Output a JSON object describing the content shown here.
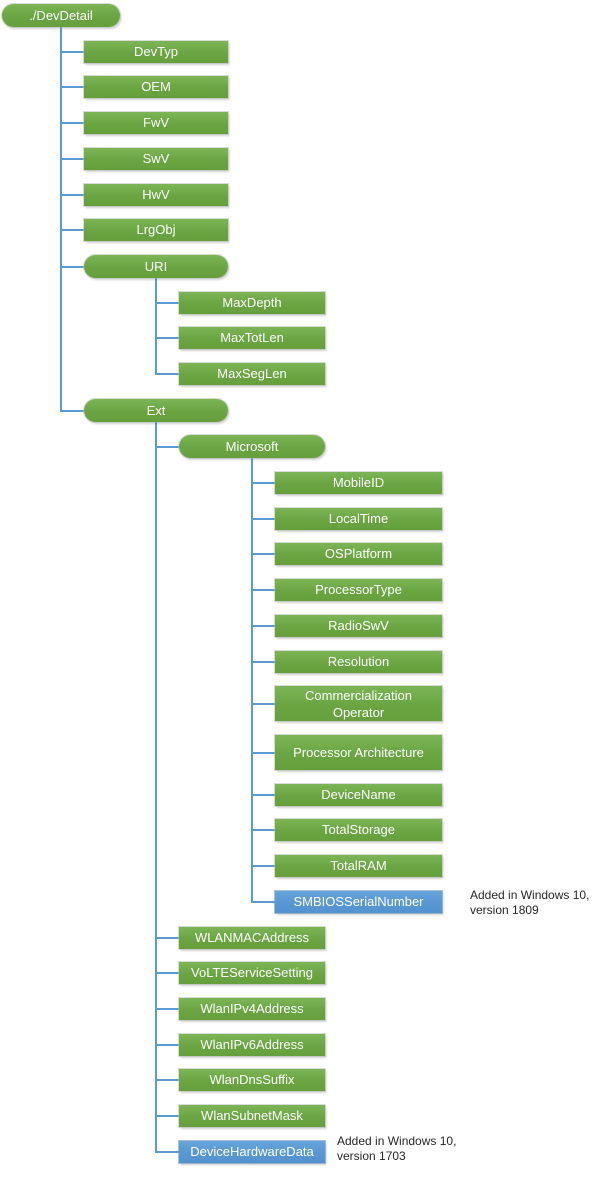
{
  "colors": {
    "node_green": "#6FAC46",
    "node_blue": "#5B9BD5",
    "connector": "#5B9BD5",
    "node_text": "#FFFFFF",
    "annotation_text": "#262626"
  },
  "tree": {
    "label": "./DevDetail",
    "shape": "pill",
    "style": "green",
    "children": [
      {
        "label": "DevTyp",
        "shape": "box",
        "style": "green"
      },
      {
        "label": "OEM",
        "shape": "box",
        "style": "green"
      },
      {
        "label": "FwV",
        "shape": "box",
        "style": "green"
      },
      {
        "label": "SwV",
        "shape": "box",
        "style": "green"
      },
      {
        "label": "HwV",
        "shape": "box",
        "style": "green"
      },
      {
        "label": "LrgObj",
        "shape": "box",
        "style": "green"
      },
      {
        "label": "URI",
        "shape": "pill",
        "style": "green",
        "children": [
          {
            "label": "MaxDepth",
            "shape": "box",
            "style": "green"
          },
          {
            "label": "MaxTotLen",
            "shape": "box",
            "style": "green"
          },
          {
            "label": "MaxSegLen",
            "shape": "box",
            "style": "green"
          }
        ]
      },
      {
        "label": "Ext",
        "shape": "pill",
        "style": "green",
        "children": [
          {
            "label": "Microsoft",
            "shape": "pill",
            "style": "green",
            "children": [
              {
                "label": "MobileID",
                "shape": "box",
                "style": "green"
              },
              {
                "label": "LocalTime",
                "shape": "box",
                "style": "green"
              },
              {
                "label": "OSPlatform",
                "shape": "box",
                "style": "green"
              },
              {
                "label": "ProcessorType",
                "shape": "box",
                "style": "green"
              },
              {
                "label": "RadioSwV",
                "shape": "box",
                "style": "green"
              },
              {
                "label": "Resolution",
                "shape": "box",
                "style": "green"
              },
              {
                "label": "Commercialization Operator",
                "shape": "box",
                "style": "green"
              },
              {
                "label": "Processor Architecture",
                "shape": "box",
                "style": "green"
              },
              {
                "label": "DeviceName",
                "shape": "box",
                "style": "green"
              },
              {
                "label": "TotalStorage",
                "shape": "box",
                "style": "green"
              },
              {
                "label": "TotalRAM",
                "shape": "box",
                "style": "green"
              },
              {
                "label": "SMBIOSSerialNumber",
                "shape": "box",
                "style": "blue",
                "annotation": "Added in Windows 10,\nversion 1809"
              }
            ]
          },
          {
            "label": "WLANMACAddress",
            "shape": "box",
            "style": "green"
          },
          {
            "label": "VoLTEServiceSetting",
            "shape": "box",
            "style": "green"
          },
          {
            "label": "WlanIPv4Address",
            "shape": "box",
            "style": "green"
          },
          {
            "label": "WlanIPv6Address",
            "shape": "box",
            "style": "green"
          },
          {
            "label": "WlanDnsSuffix",
            "shape": "box",
            "style": "green"
          },
          {
            "label": "WlanSubnetMask",
            "shape": "box",
            "style": "green"
          },
          {
            "label": "DeviceHardwareData",
            "shape": "box",
            "style": "blue",
            "annotation": "Added in Windows 10,\nversion 1703"
          }
        ]
      }
    ]
  }
}
